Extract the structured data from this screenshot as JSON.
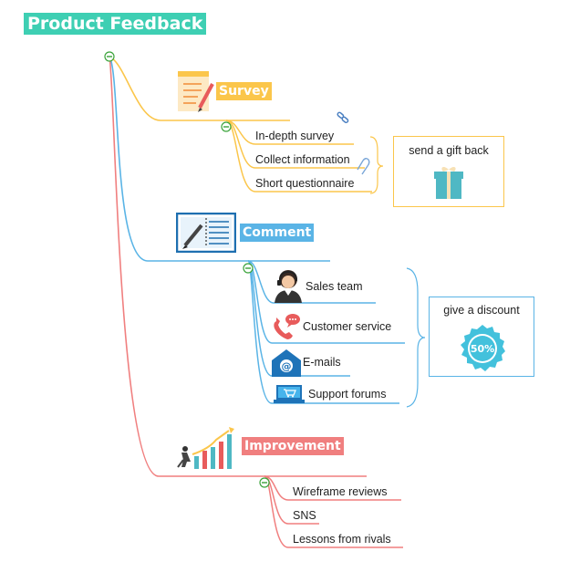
{
  "title": "Product Feedback",
  "branches": {
    "survey": {
      "label": "Survey",
      "color": "#fbc64b",
      "items": [
        "In-depth survey",
        "Collect information",
        "Short questionnaire"
      ],
      "note": "send a gift back"
    },
    "comment": {
      "label": "Comment",
      "color": "#5ab4e6",
      "items": [
        "Sales team",
        "Customer service",
        "E-mails",
        "Support forums"
      ],
      "note": "give a discount",
      "badge": "50%"
    },
    "improvement": {
      "label": "Improvement",
      "color": "#f07f7f",
      "items": [
        "Wireframe reviews",
        "SNS",
        "Lessons from rivals"
      ]
    }
  }
}
